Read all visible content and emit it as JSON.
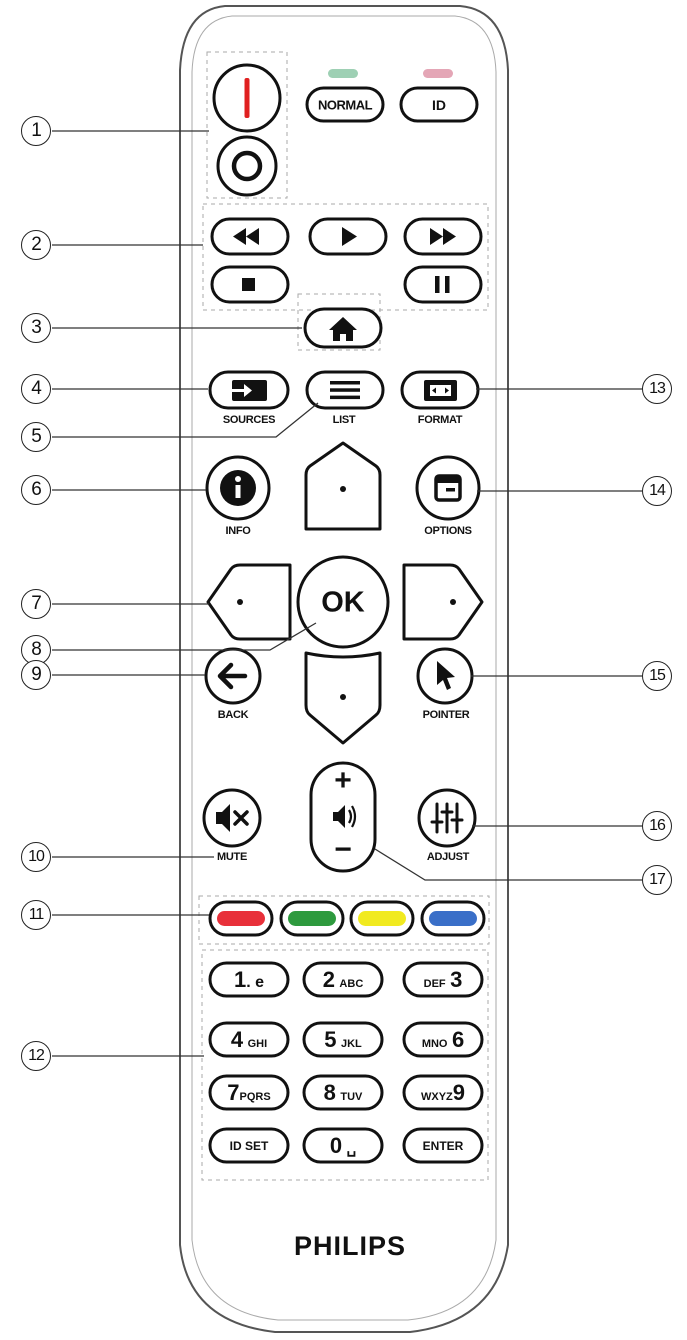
{
  "brand": "PHILIPS",
  "labels": {
    "sources": "SOURCES",
    "list": "LIST",
    "format": "FORMAT",
    "info": "INFO",
    "options": "OPTIONS",
    "back": "BACK",
    "pointer": "POINTER",
    "mute": "MUTE",
    "adjust": "ADJUST"
  },
  "buttons": {
    "normal": "NORMAL",
    "id": "ID",
    "ok": "OK",
    "vol_plus": "+",
    "vol_minus": "−"
  },
  "numpad": {
    "k1": {
      "main": "1",
      "sub": ". e"
    },
    "k2": {
      "main": "2",
      "sub": "ABC"
    },
    "k3": {
      "pre": "DEF",
      "main": "3"
    },
    "k4": {
      "main": "4",
      "sub": "GHI"
    },
    "k5": {
      "main": "5",
      "sub": "JKL"
    },
    "k6": {
      "pre": "MNO",
      "main": "6"
    },
    "k7": {
      "main": "7",
      "sub": "PQRS"
    },
    "k8": {
      "main": "8",
      "sub": "TUV"
    },
    "k9": {
      "pre": "WXYZ",
      "main": "9"
    },
    "idset": "ID SET",
    "k0": {
      "main": "0",
      "sub": "␣"
    },
    "enter": "ENTER"
  },
  "callouts": [
    "1",
    "2",
    "3",
    "4",
    "5",
    "6",
    "7",
    "8",
    "9",
    "10",
    "11",
    "12",
    "13",
    "14",
    "15",
    "16",
    "17"
  ],
  "colors": {
    "red": "#e8303a",
    "green": "#2e9a3e",
    "yellow": "#f1ea20",
    "blue": "#3a6fc8",
    "normal_indicator": "#9ed0b4",
    "id_indicator": "#e4a6b6",
    "power_red": "#e02020"
  },
  "icons": [
    "power-icon",
    "standby-icon",
    "rewind-icon",
    "play-icon",
    "fast-forward-icon",
    "stop-icon",
    "pause-icon",
    "home-icon",
    "source-icon",
    "list-icon",
    "format-icon",
    "info-icon",
    "options-icon",
    "arrow-up-icon",
    "arrow-left-icon",
    "arrow-right-icon",
    "arrow-down-icon",
    "back-arrow-icon",
    "pointer-icon",
    "mute-icon",
    "adjust-icon",
    "volume-icon"
  ]
}
